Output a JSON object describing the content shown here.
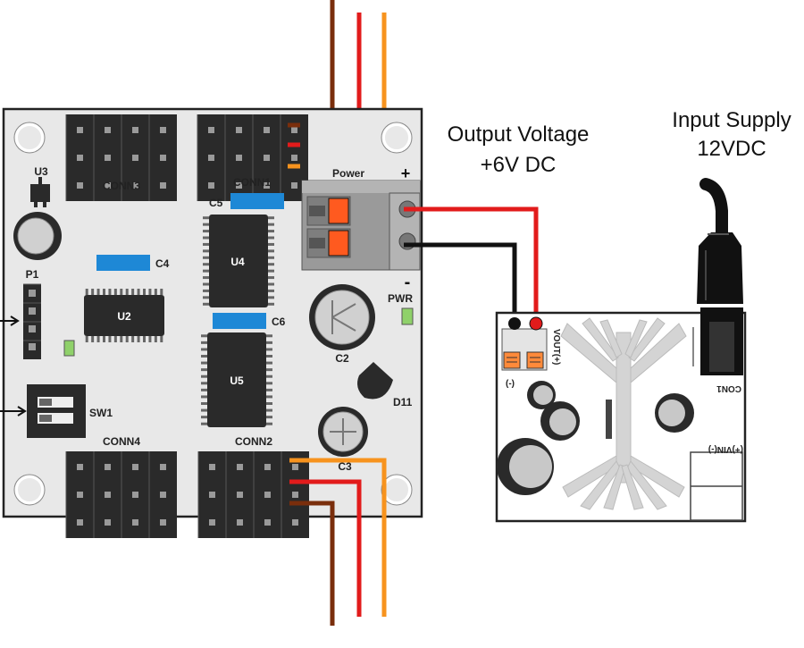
{
  "annotations": {
    "output_line1": "Output Voltage",
    "output_line2": "+6V DC",
    "input_line1": "Input Supply",
    "input_line2": "12VDC"
  },
  "main_board": {
    "conn3": "CONN3",
    "conn1": "CONN1",
    "conn4": "CONN4",
    "conn2": "CONN2",
    "u3": "U3",
    "u2": "U2",
    "u4": "U4",
    "u5": "U5",
    "c4": "C4",
    "c5": "C5",
    "c6": "C6",
    "c2": "C2",
    "c3": "C3",
    "d11": "D11",
    "p1": "P1",
    "sw1": "SW1",
    "pwr": "PWR",
    "power": "Power",
    "plus": "+",
    "minus": "-"
  },
  "regulator": {
    "vout": "VOUT(+)",
    "neg": "(-)",
    "con1": "CON1",
    "vin": "(+)VIN(-)"
  },
  "colors": {
    "board": "#e8e8e8",
    "header": "#2a2a2a",
    "pin": "#9a9a9a",
    "blue_cap": "#1e88d6",
    "wire_brown": "#7a2e0c",
    "wire_red": "#e21b1b",
    "wire_orange": "#f7931e",
    "wire_black": "#111111",
    "led_green": "#8fd16a",
    "terminal_orange": "#ff5a1f"
  }
}
